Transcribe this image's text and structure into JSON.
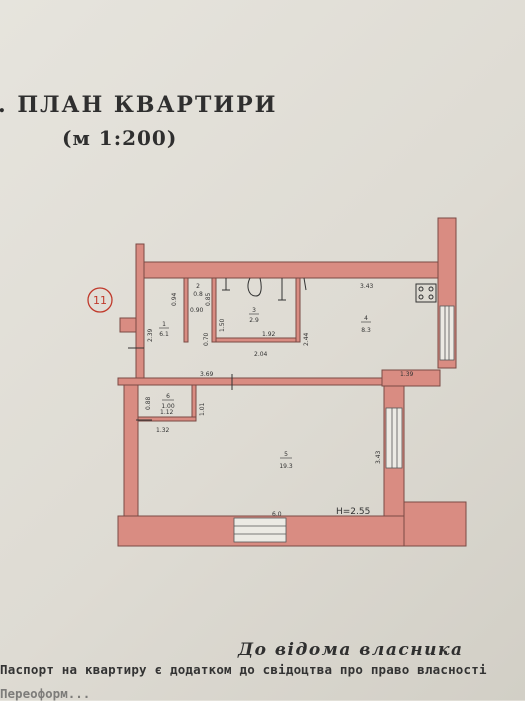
{
  "document": {
    "title": ". ПЛАН КВАРТИРИ",
    "scale": "(м 1:200)",
    "apartment_number": "11",
    "owner_heading": "До відома власника",
    "note_line1": "Паспорт на квартиру є додатком до свідоцтва про право власності",
    "note_line2": "Переоформ..."
  },
  "dimensions": {
    "d_0_94": "0.94",
    "d_0_85": "0.85",
    "d_0_90": "0.90",
    "d_1_50": "1.50",
    "d_0_70": "0.70",
    "d_2_39": "2.39",
    "d_1_92": "1.92",
    "d_2_04": "2.04",
    "d_2_44": "2.44",
    "d_3_43_top": "3.43",
    "d_3_69": "3.69",
    "d_1_39": "1.39",
    "d_0_88": "0.88",
    "d_1_12": "1.12",
    "d_1_01": "1.01",
    "d_1_32": "1.32",
    "d_3_43_right": "3.43",
    "d_6_0": "6.0",
    "height": "H=2.55"
  },
  "rooms": [
    {
      "num": "1",
      "area": "6.1"
    },
    {
      "num": "2",
      "area": "0.8"
    },
    {
      "num": "3",
      "area": "2.9"
    },
    {
      "num": "4",
      "area": "8.3"
    },
    {
      "num": "5",
      "area": "19.3"
    },
    {
      "num": "6",
      "area": "1.00"
    }
  ],
  "colors": {
    "wall_fill": "#d98c82",
    "wall_stroke": "#7a4a44",
    "circle": "#c0392b"
  }
}
